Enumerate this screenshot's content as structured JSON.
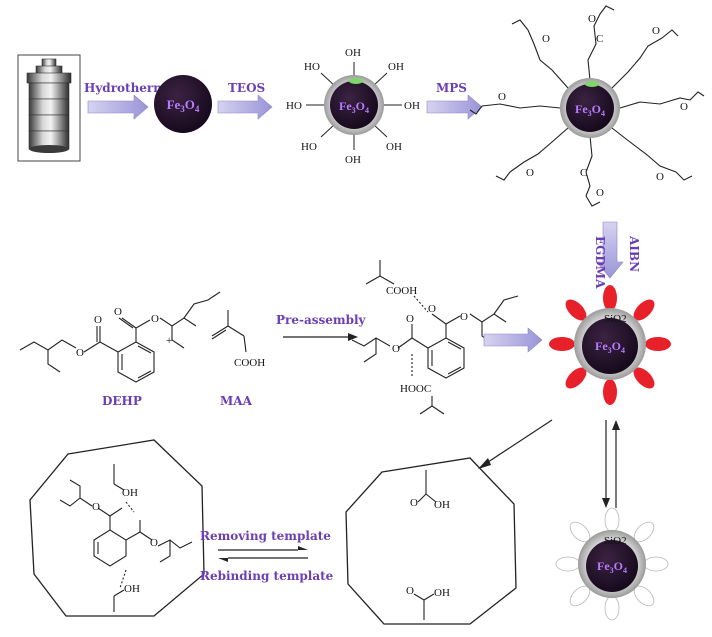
{
  "arrows": {
    "hydrothermal": "Hydrothermal",
    "teos": "TEOS",
    "mps": "MPS",
    "egdma": "EGDMA",
    "aibn": "AIBN",
    "pre_assembly": "Pre-assembly",
    "removing": "Removing template",
    "rebinding": "Rebinding template"
  },
  "particles": {
    "core": "Fe3O4",
    "core_prefix": "Fe",
    "core_sub1": "3",
    "core_o": "O",
    "core_sub2": "4",
    "shell": "SiO2"
  },
  "groups": {
    "oh": "OH",
    "ho": "HO",
    "cooh": "COOH",
    "hooc": "HOOC",
    "oh_lower": "OH",
    "o": "O",
    "c": "C",
    "plus": "+"
  },
  "molecules": {
    "dehp": "DEHP",
    "maa": "MAA"
  }
}
